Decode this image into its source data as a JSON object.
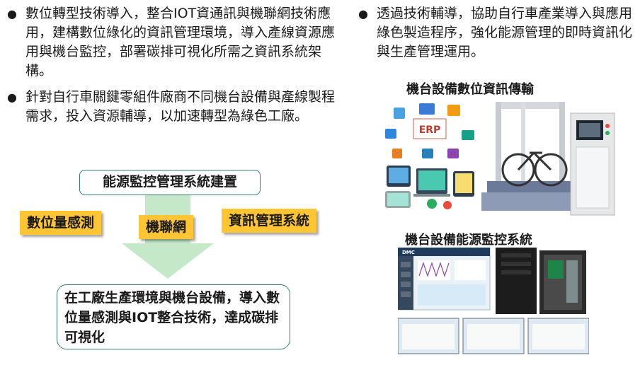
{
  "left_bullets": [
    {
      "text": "數位轉型技術導入，整合IOT資通訊與機聯網技術應用，建構數位綠化的資訊管理環境，導入產線資源應用與機台監控，部署碳排可視化所需之資訊系統架構。"
    },
    {
      "text": "針對自行車關鍵零組件廠商不同機台設備與產線製程需求，投入資源輔導，以加速轉型為綠色工廠。"
    }
  ],
  "right_bullets": [
    {
      "text": "透過技術輔導，協助自行車產業導入與應用綠色製造程序，強化能源管理的即時資訊化與生產管理運用。"
    }
  ],
  "bullet_symbol": "●",
  "diagram": {
    "top_box": "能源監控管理系統建置",
    "tags": [
      "數位量感測",
      "機聯網",
      "資訊管理系統"
    ],
    "result_box": "在工廠生產環境與機台設備，導入數位量感測與IOT整合技術，達成碳排可視化"
  },
  "images": {
    "transfer_title": "機台設備數位資訊傳輸",
    "energy_title": "機台設備能源監控系統",
    "erp_label": "ERP",
    "dmc_label": "DMC"
  },
  "colors": {
    "tag": "#ffc533",
    "arrow": "#c5e8c8",
    "box_border": "#2f7d6b"
  }
}
